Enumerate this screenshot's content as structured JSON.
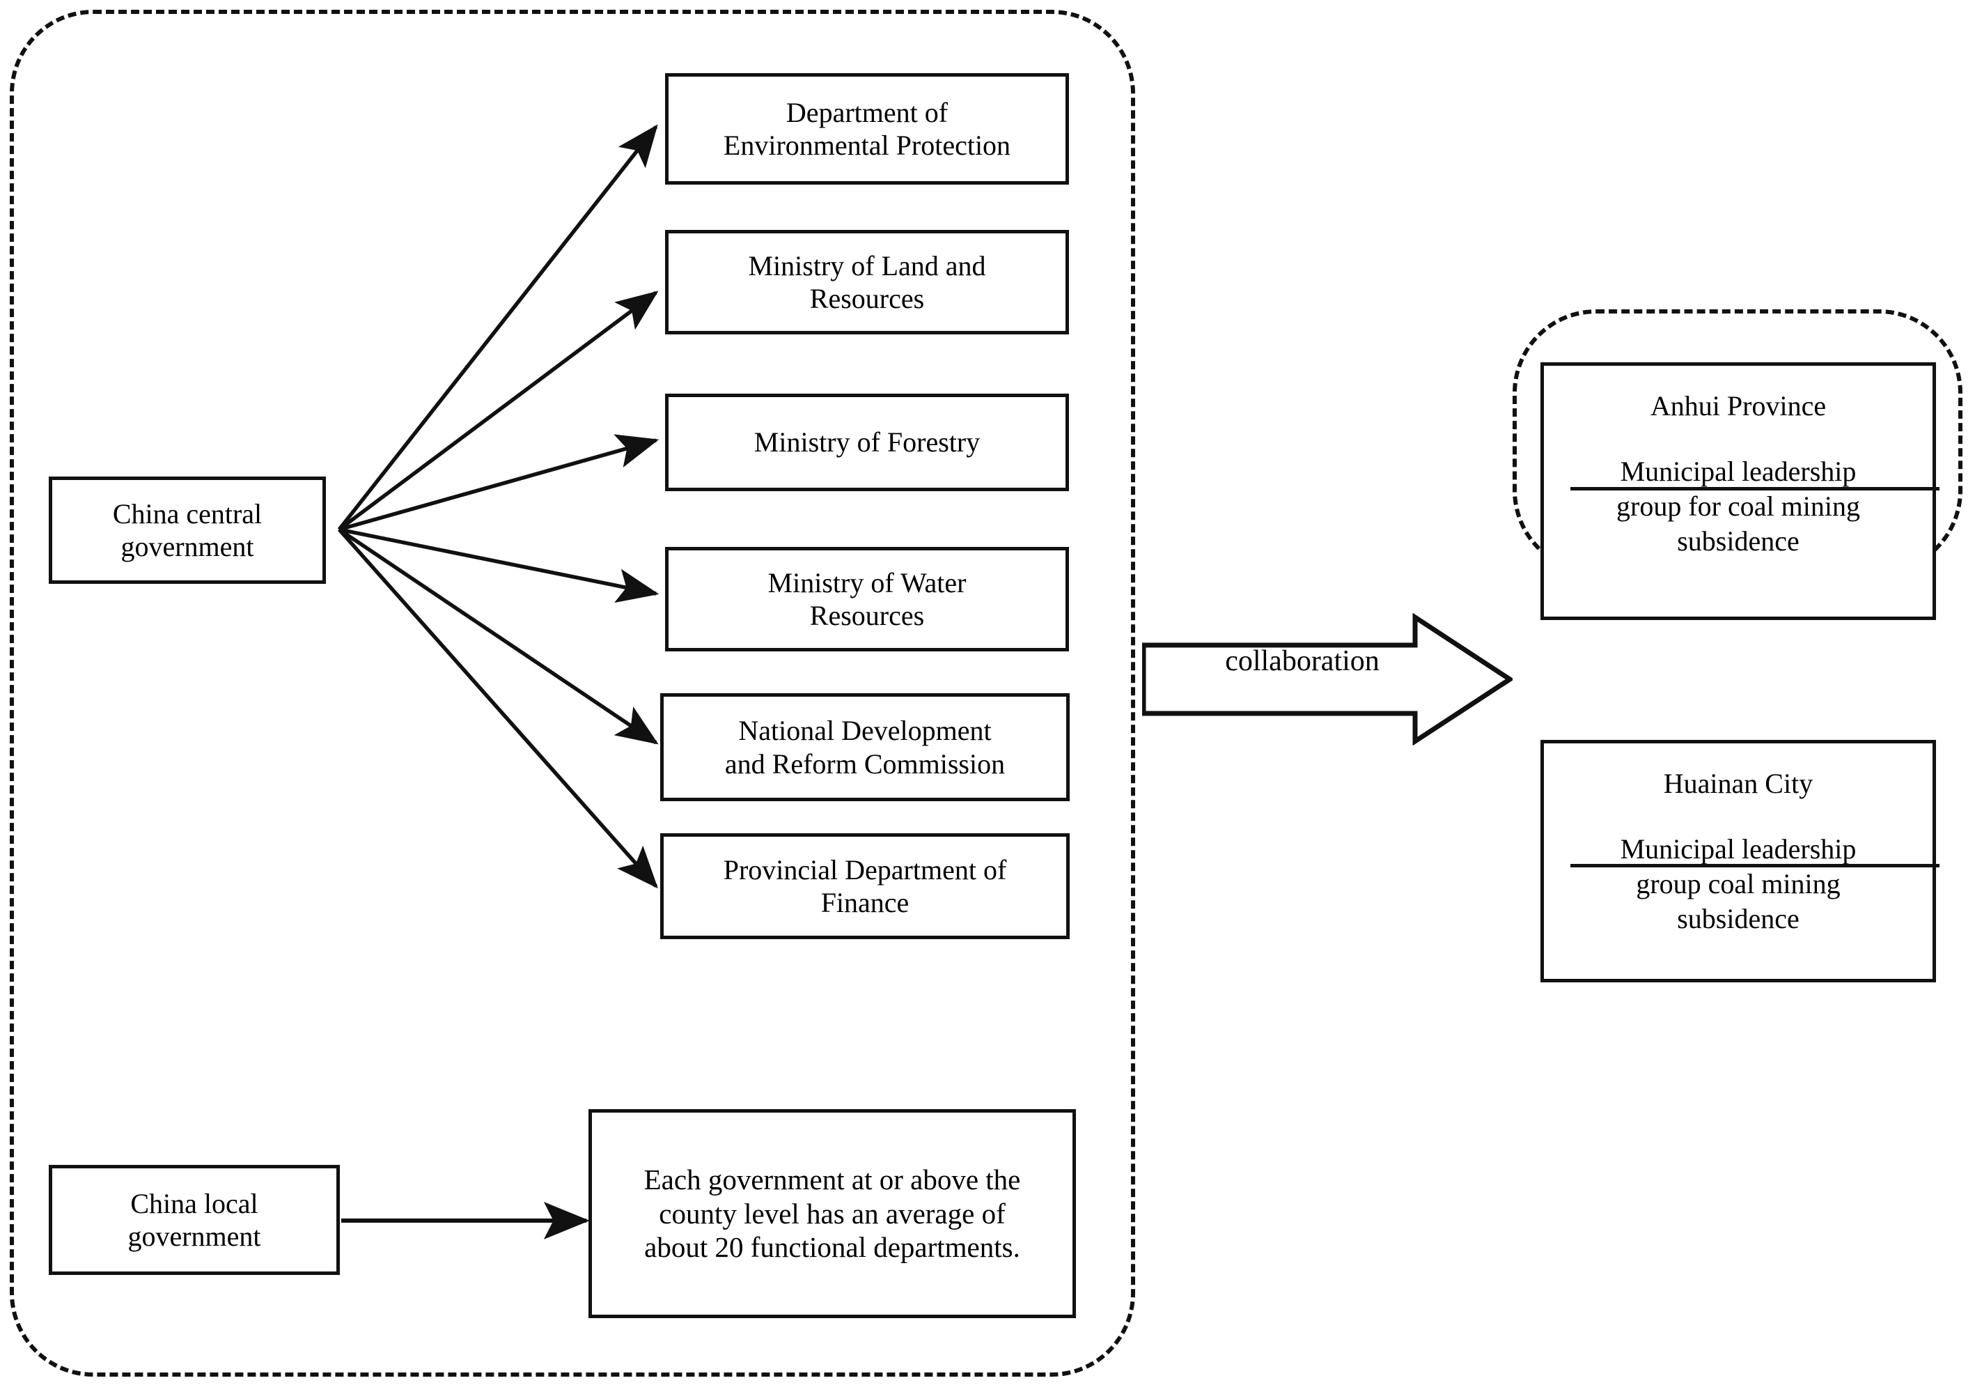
{
  "diagram": {
    "title": "China government coal mining subsidence governance structure",
    "colors": {
      "stroke": "#111111",
      "background": "#ffffff"
    }
  },
  "central_group": {
    "name": "china-central-government-group",
    "source_node": {
      "label": "China central\ngovernment"
    },
    "departments": [
      {
        "label": "Department of\nEnvironmental Protection"
      },
      {
        "label": "Ministry of Land and\nResources"
      },
      {
        "label": "Ministry of Forestry"
      },
      {
        "label": "Ministry of Water\nResources"
      },
      {
        "label": "National Development\nand Reform Commission"
      },
      {
        "label": "Provincial Department of\nFinance"
      }
    ],
    "local_node": {
      "label": "China local\ngovernment"
    },
    "local_note": {
      "label": "Each government at or above the\ncounty level has an average of\nabout 20 functional departments."
    }
  },
  "connector": {
    "label": "collaboration",
    "icon": "block-arrow-right-icon"
  },
  "local_group": {
    "name": "local-leadership-group",
    "cards": [
      {
        "title": "Anhui  Province",
        "body": "Municipal leadership\ngroup for coal mining\nsubsidence"
      },
      {
        "title": "Huainan City",
        "body": "Municipal leadership\ngroup coal mining\nsubsidence"
      }
    ]
  }
}
